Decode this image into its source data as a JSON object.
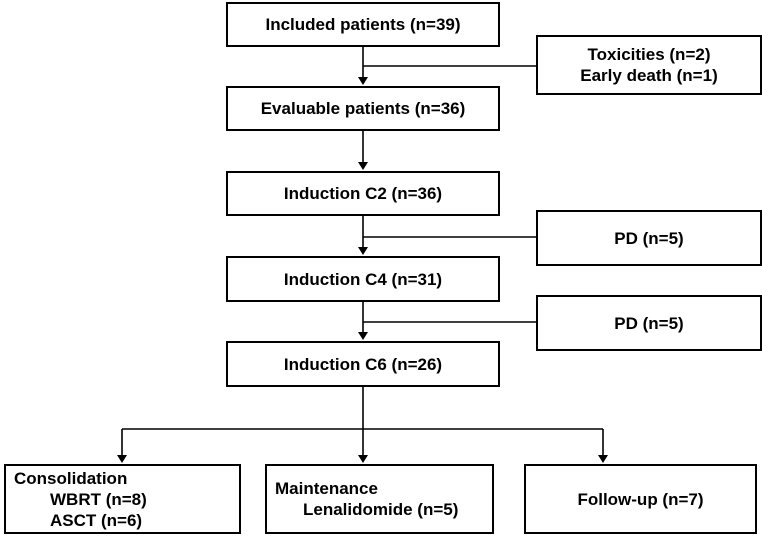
{
  "flow": {
    "included": "Included patients (n=39)",
    "exclusion_1": {
      "line1": "Toxicities (n=2)",
      "line2": "Early death (n=1)"
    },
    "evaluable": "Evaluable patients (n=36)",
    "induction_c2": "Induction C2 (n=36)",
    "pd_1": "PD (n=5)",
    "induction_c4": "Induction C4 (n=31)",
    "pd_2": "PD (n=5)",
    "induction_c6": "Induction C6 (n=26)",
    "consolidation": {
      "title": "Consolidation",
      "item1": "WBRT (n=8)",
      "item2": "ASCT (n=6)"
    },
    "maintenance": {
      "title": "Maintenance",
      "item1": "Lenalidomide (n=5)"
    },
    "followup": "Follow-up (n=7)"
  },
  "colors": {
    "line": "#000000",
    "box_border": "#000000",
    "background": "#ffffff"
  }
}
